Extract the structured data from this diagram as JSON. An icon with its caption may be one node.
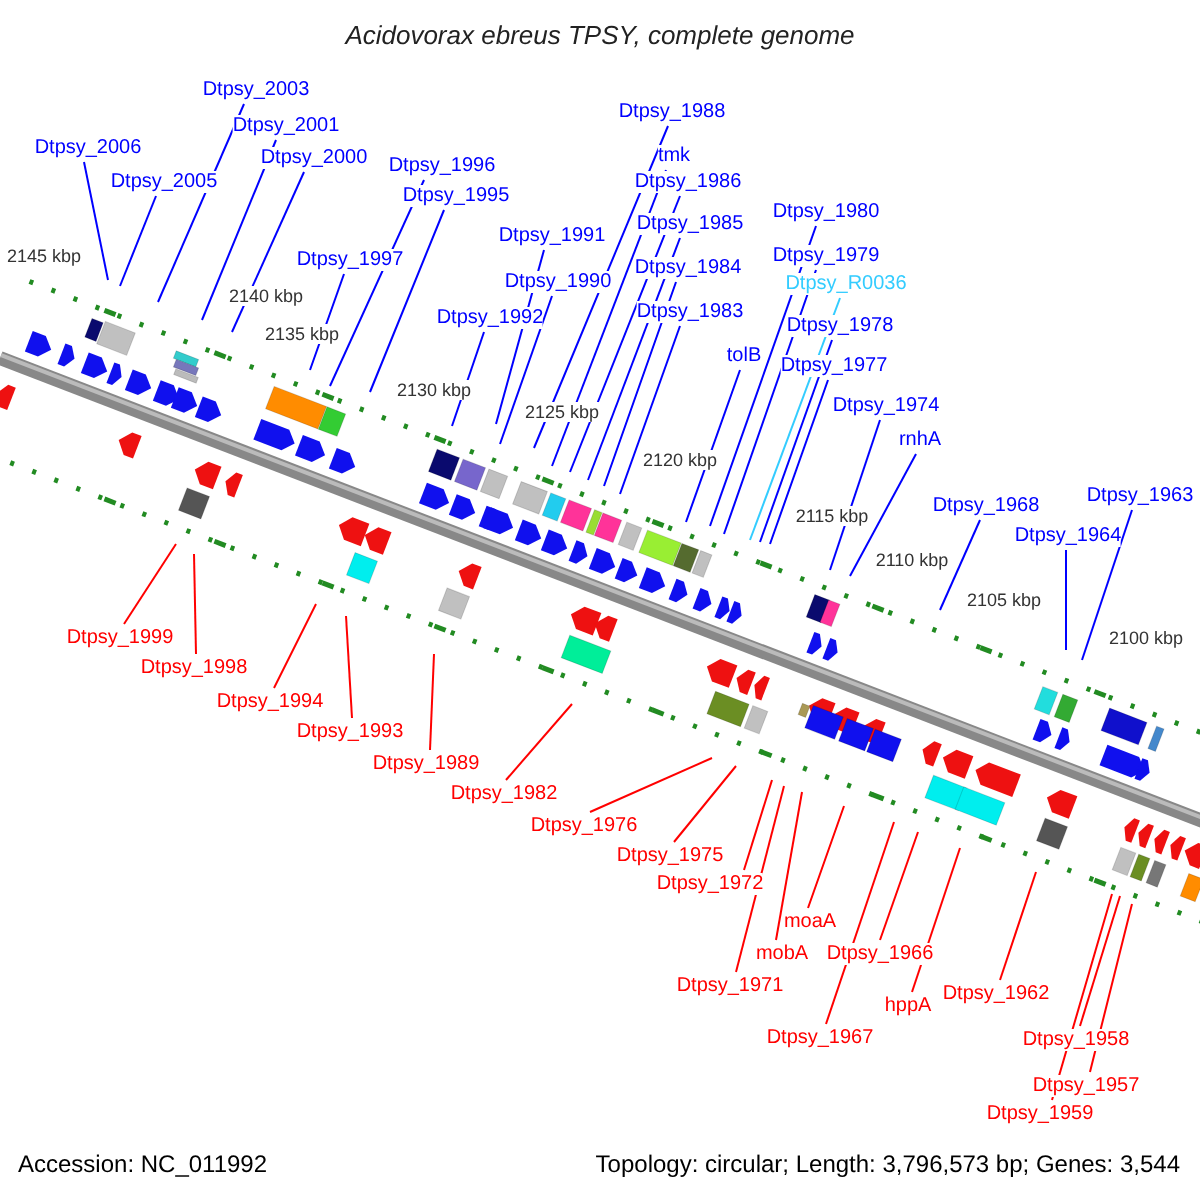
{
  "diagram": {
    "title": "Acidovorax ebreus TPSY, complete genome",
    "nodes": [
      {
        "text": [
          "Dtpsy_2003"
        ]
      },
      {
        "text": [
          "Dtpsy_2001"
        ]
      },
      {
        "text": [
          "Dtpsy_2006"
        ]
      },
      {
        "text": [
          "Dtpsy_2000"
        ]
      },
      {
        "text": [
          "Dtpsy_2005"
        ]
      },
      {
        "text": [
          "Dtpsy_1988"
        ]
      },
      {
        "text": [
          "tmk"
        ]
      },
      {
        "text": [
          "Dtpsy_1996"
        ]
      },
      {
        "text": [
          "Dtpsy_1986"
        ]
      },
      {
        "text": [
          "Dtpsy_1995"
        ]
      },
      {
        "text": [
          "Dtpsy_1980"
        ]
      },
      {
        "text": [
          "Dtpsy_1985"
        ]
      },
      {
        "text": [
          "Dtpsy_1991"
        ]
      },
      {
        "text": [
          "Dtpsy_1997"
        ]
      },
      {
        "text": [
          "Dtpsy_1979"
        ]
      },
      {
        "text": [
          "Dtpsy_1984"
        ]
      },
      {
        "text": [
          "Dtpsy_1990"
        ]
      },
      {
        "text": [
          "Dtpsy_R0036"
        ]
      },
      {
        "text": [
          "Dtpsy_1992"
        ]
      },
      {
        "text": [
          "Dtpsy_1983"
        ]
      },
      {
        "text": [
          "Dtpsy_1978"
        ]
      },
      {
        "text": [
          "tolB"
        ]
      },
      {
        "text": [
          "Dtpsy_1977"
        ]
      },
      {
        "text": [
          "Dtpsy_1974"
        ]
      },
      {
        "text": [
          "rnhA"
        ]
      },
      {
        "text": [
          "Dtpsy_1963"
        ]
      },
      {
        "text": [
          "Dtpsy_1968"
        ]
      },
      {
        "text": [
          "Dtpsy_1964"
        ]
      },
      {
        "text": [
          "Dtpsy_1999"
        ]
      },
      {
        "text": [
          "Dtpsy_1998"
        ]
      },
      {
        "text": [
          "Dtpsy_1994"
        ]
      },
      {
        "text": [
          "Dtpsy_1993"
        ]
      },
      {
        "text": [
          "Dtpsy_1989"
        ]
      },
      {
        "text": [
          "Dtpsy_1982"
        ]
      },
      {
        "text": [
          "Dtpsy_1976"
        ]
      },
      {
        "text": [
          "Dtpsy_1975"
        ]
      },
      {
        "text": [
          "Dtpsy_1972"
        ]
      },
      {
        "text": [
          "moaA"
        ]
      },
      {
        "text": [
          "mobA"
        ]
      },
      {
        "text": [
          "Dtpsy_1966"
        ]
      },
      {
        "text": [
          "Dtpsy_1971"
        ]
      },
      {
        "text": [
          "Dtpsy_1962"
        ]
      },
      {
        "text": [
          "hppA"
        ]
      },
      {
        "text": [
          "Dtpsy_1967"
        ]
      },
      {
        "text": [
          "Dtpsy_1958"
        ]
      },
      {
        "text": [
          "Dtpsy_1957"
        ]
      },
      {
        "text": [
          "Dtpsy_1959"
        ]
      }
    ],
    "edges": [
      {
        "from": 0,
        "to": null,
        "arrow": "none"
      },
      {
        "from": 1,
        "to": null,
        "arrow": "none"
      },
      {
        "from": 2,
        "to": null,
        "arrow": "none"
      },
      {
        "from": 3,
        "to": null,
        "arrow": "none"
      },
      {
        "from": 4,
        "to": null,
        "arrow": "none"
      },
      {
        "from": 5,
        "to": null,
        "arrow": "none"
      },
      {
        "from": 6,
        "to": null,
        "arrow": "none"
      },
      {
        "from": 7,
        "to": null,
        "arrow": "none"
      },
      {
        "from": 8,
        "to": null,
        "arrow": "none"
      },
      {
        "from": 9,
        "to": null,
        "arrow": "none"
      },
      {
        "from": 10,
        "to": null,
        "arrow": "none"
      },
      {
        "from": 11,
        "to": null,
        "arrow": "none"
      },
      {
        "from": 12,
        "to": null,
        "arrow": "none"
      },
      {
        "from": 13,
        "to": null,
        "arrow": "none"
      },
      {
        "from": 14,
        "to": null,
        "arrow": "none"
      },
      {
        "from": 15,
        "to": null,
        "arrow": "none"
      },
      {
        "from": 16,
        "to": null,
        "arrow": "none"
      },
      {
        "from": 17,
        "to": null,
        "arrow": "none",
        "color": "#33ccff"
      },
      {
        "from": 18,
        "to": null,
        "arrow": "none"
      },
      {
        "from": 19,
        "to": null,
        "arrow": "none"
      },
      {
        "from": 20,
        "to": null,
        "arrow": "none"
      },
      {
        "from": 21,
        "to": null,
        "arrow": "none"
      },
      {
        "from": 22,
        "to": null,
        "arrow": "none"
      },
      {
        "from": 23,
        "to": null,
        "arrow": "none"
      },
      {
        "from": 24,
        "to": null,
        "arrow": "none"
      },
      {
        "from": 25,
        "to": null,
        "arrow": "none"
      },
      {
        "from": 26,
        "to": null,
        "arrow": "none"
      },
      {
        "from": 27,
        "to": null,
        "arrow": "none"
      },
      {
        "from": 28,
        "to": null,
        "arrow": "none",
        "color": "#ff0000"
      },
      {
        "from": 29,
        "to": null,
        "arrow": "none",
        "color": "#ff0000"
      },
      {
        "from": 30,
        "to": null,
        "arrow": "none",
        "color": "#ff0000"
      },
      {
        "from": 31,
        "to": null,
        "arrow": "none",
        "color": "#ff0000"
      },
      {
        "from": 32,
        "to": null,
        "arrow": "none",
        "color": "#ff0000"
      },
      {
        "from": 33,
        "to": null,
        "arrow": "none",
        "color": "#ff0000"
      },
      {
        "from": 34,
        "to": null,
        "arrow": "none",
        "color": "#ff0000"
      },
      {
        "from": 35,
        "to": null,
        "arrow": "none",
        "color": "#ff0000"
      },
      {
        "from": 36,
        "to": null,
        "arrow": "none",
        "color": "#ff0000"
      },
      {
        "from": 37,
        "to": null,
        "arrow": "none",
        "color": "#ff0000"
      },
      {
        "from": 38,
        "to": null,
        "arrow": "none",
        "color": "#ff0000"
      },
      {
        "from": 39,
        "to": null,
        "arrow": "none",
        "color": "#ff0000"
      },
      {
        "from": 40,
        "to": null,
        "arrow": "none",
        "color": "#ff0000"
      },
      {
        "from": 41,
        "to": null,
        "arrow": "none",
        "color": "#ff0000"
      },
      {
        "from": 42,
        "to": null,
        "arrow": "none",
        "color": "#ff0000"
      },
      {
        "from": 43,
        "to": null,
        "arrow": "none",
        "color": "#ff0000"
      },
      {
        "from": 44,
        "to": null,
        "arrow": "none",
        "color": "#ff0000"
      },
      {
        "from": 45,
        "to": null,
        "arrow": "none",
        "color": "#ff0000"
      },
      {
        "from": 46,
        "to": null,
        "arrow": "none",
        "color": "#ff0000"
      }
    ],
    "labels": [
      "2145 kbp",
      "2140 kbp",
      "2135 kbp",
      "2130 kbp",
      "2125 kbp",
      "2120 kbp",
      "2115 kbp",
      "2110 kbp",
      "2105 kbp",
      "2100 kbp",
      "Accession: NC_011992",
      "Topology: circular; Length: 3,796,573 bp; Genes: 3,544"
    ]
  }
}
